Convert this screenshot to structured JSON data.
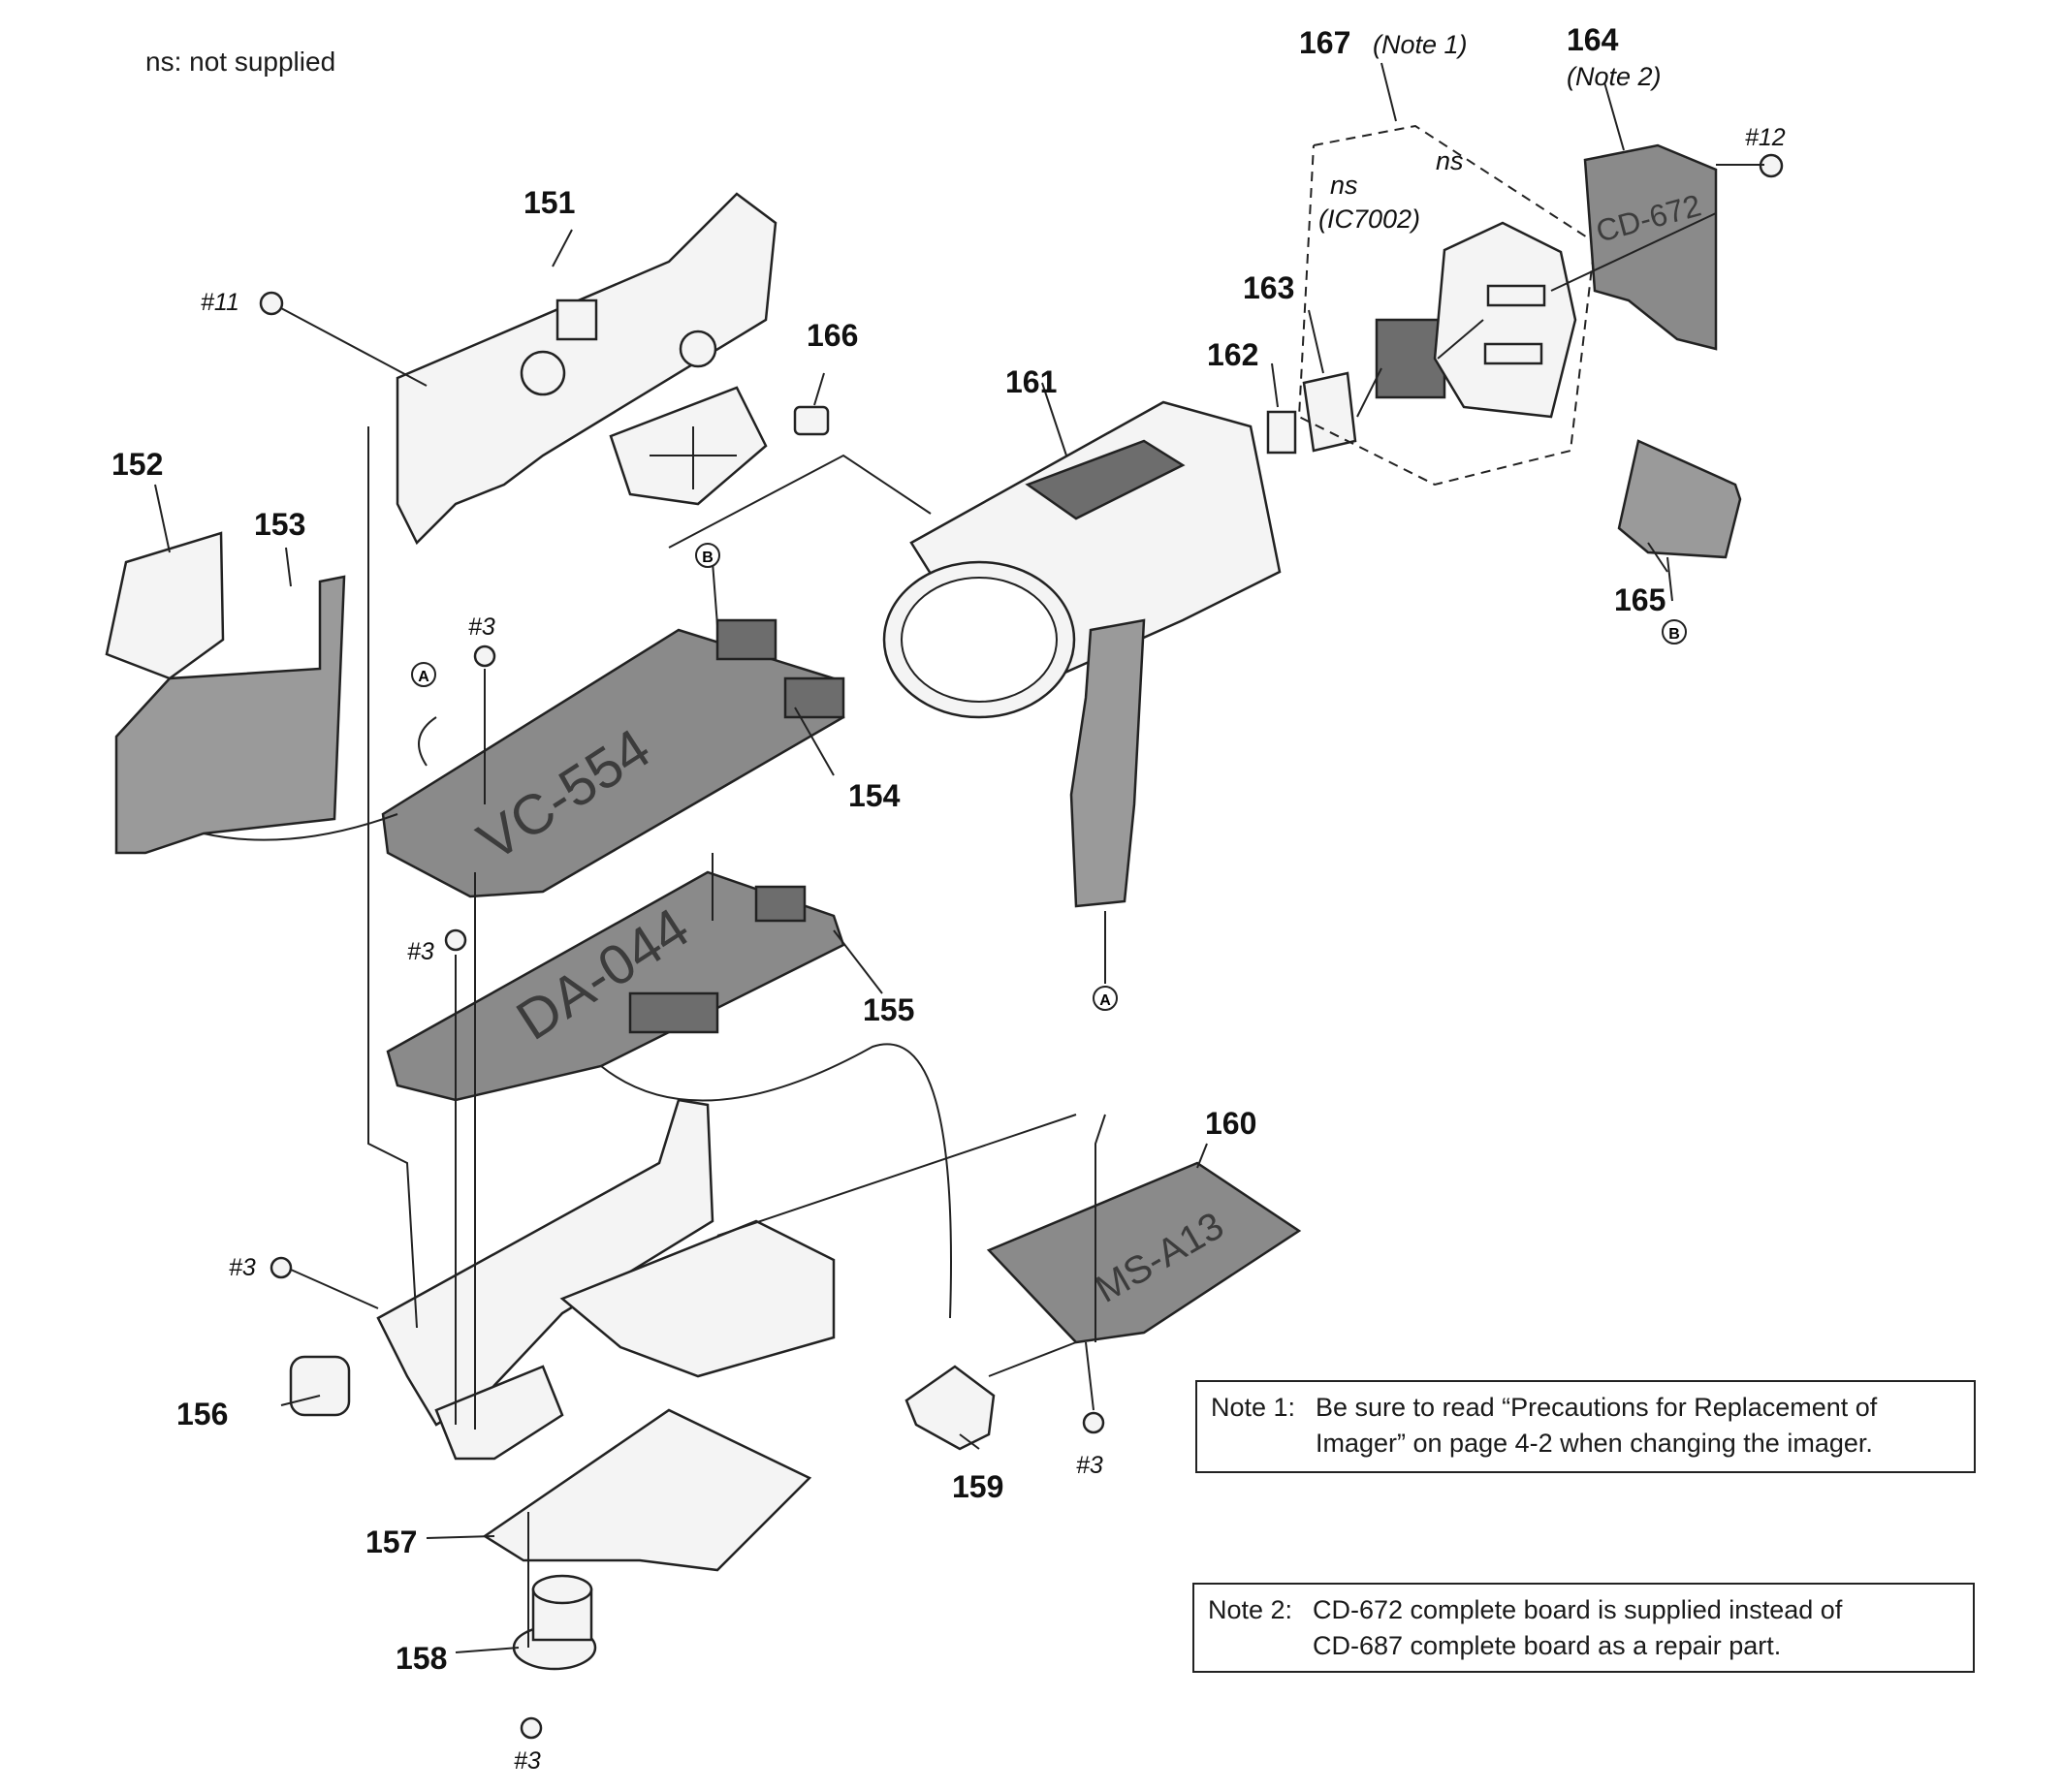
{
  "legend": "ns: not supplied",
  "parts": {
    "p151": "151",
    "p152": "152",
    "p153": "153",
    "p154": "154",
    "p155": "155",
    "p156": "156",
    "p157": "157",
    "p158": "158",
    "p159": "159",
    "p160": "160",
    "p161": "161",
    "p162": "162",
    "p163": "163",
    "p164": "164",
    "p165": "165",
    "p166": "166",
    "p167": "167"
  },
  "note_refs": {
    "r167": "(Note 1)",
    "r164": "(Note 2)"
  },
  "screws": {
    "s11": "#11",
    "s12": "#12",
    "s3": "#3"
  },
  "not_supplied": {
    "ns": "ns",
    "ic": "(IC7002)"
  },
  "connectors": {
    "a": "A",
    "b": "B"
  },
  "boards": {
    "vc": "VC-554",
    "da": "DA-044",
    "ms": "MS-A13",
    "cd": "CD-672"
  },
  "notes": {
    "note1": {
      "head": "Note 1:",
      "line1": "Be sure to read “Precautions for Replacement of",
      "line2": "Imager” on page 4-2 when changing the imager."
    },
    "note2": {
      "head": "Note 2:",
      "line1": "CD-672 complete board is supplied instead of",
      "line2": "CD-687 complete board as a repair part."
    }
  }
}
